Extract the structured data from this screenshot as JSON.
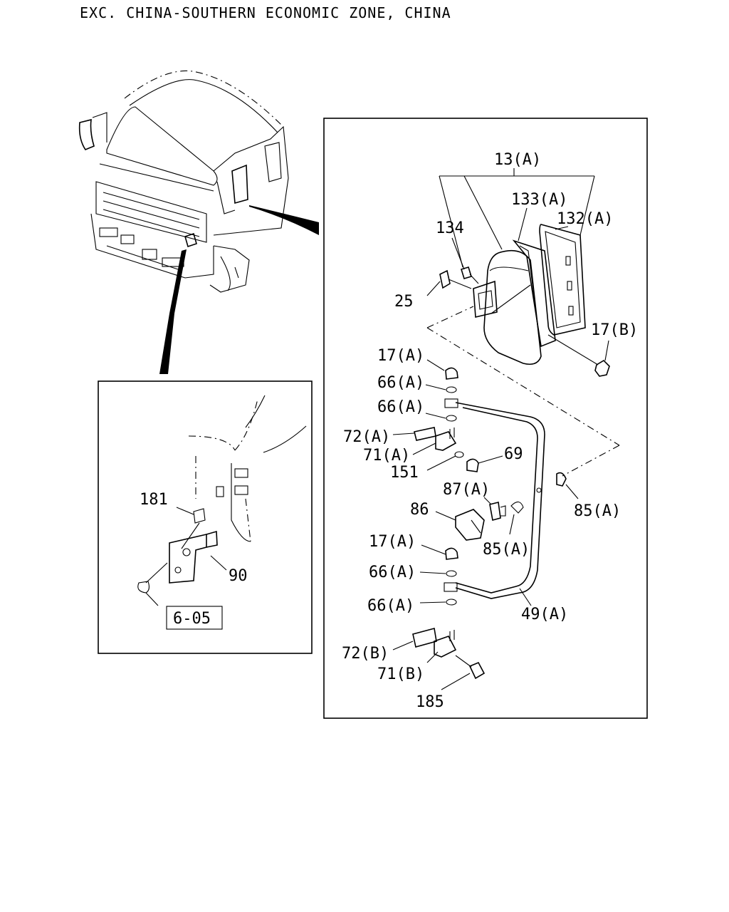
{
  "header": {
    "text": "EXC. CHINA-SOUTHERN ECONOMIC ZONE, CHINA"
  },
  "right_panel": {
    "labels": {
      "l13a": "13(A)",
      "l133a": "133(A)",
      "l132a": "132(A)",
      "l134": "134",
      "l25": "25",
      "l17b": "17(B)",
      "l17a_1": "17(A)",
      "l66a_1": "66(A)",
      "l66a_2": "66(A)",
      "l72a": "72(A)",
      "l71a": "71(A)",
      "l69": "69",
      "l151": "151",
      "l87a": "87(A)",
      "l86": "86",
      "l85a_1": "85(A)",
      "l85a_2": "85(A)",
      "l17a_2": "17(A)",
      "l66a_3": "66(A)",
      "l66a_4": "66(A)",
      "l49a": "49(A)",
      "l72b": "72(B)",
      "l71b": "71(B)",
      "l185": "185"
    }
  },
  "left_panel": {
    "labels": {
      "l181": "181",
      "l90": "90",
      "ref": "6-05"
    }
  },
  "icons": [
    "truck-cab-drawing",
    "mirror-assembly-drawing",
    "bracket-drawing"
  ]
}
